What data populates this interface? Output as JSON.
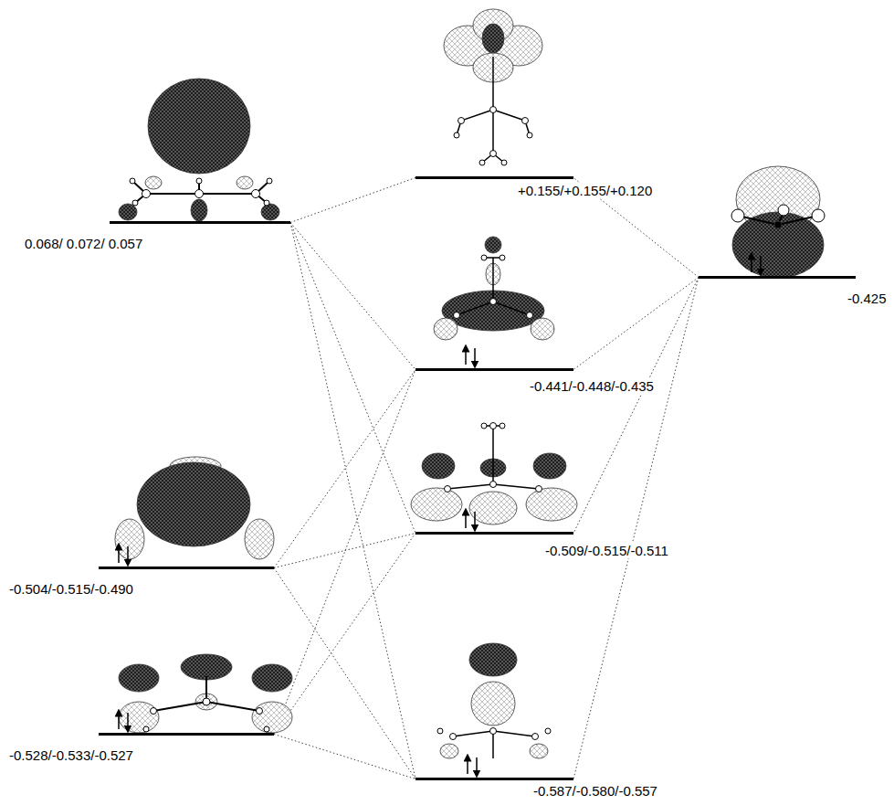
{
  "diagram": {
    "nodes": [
      {
        "text": [
          "0.068/ 0.072/ 0.057"
        ]
      },
      {
        "text": [
          "+0.155/+0.155/+0.120"
        ]
      },
      {
        "text": [
          "-0.425"
        ]
      },
      {
        "text": [
          "-0.441/-0.448/-0.435"
        ]
      },
      {
        "text": [
          "-0.504/-0.515/-0.490"
        ]
      },
      {
        "text": [
          "-0.509/-0.515/-0.511"
        ]
      },
      {
        "text": [
          "-0.528/-0.533/-0.527"
        ]
      },
      {
        "text": [
          "-0.587/-0.580/-0.557"
        ]
      }
    ],
    "edges": [
      {
        "from": 0,
        "to": 1,
        "arrow": "none"
      },
      {
        "from": 0,
        "to": 3,
        "arrow": "none"
      },
      {
        "from": 0,
        "to": 5,
        "arrow": "none"
      },
      {
        "from": 0,
        "to": 7,
        "arrow": "none"
      },
      {
        "from": 4,
        "to": 3,
        "arrow": "none"
      },
      {
        "from": 4,
        "to": 5,
        "arrow": "none"
      },
      {
        "from": 4,
        "to": 7,
        "arrow": "none"
      },
      {
        "from": 6,
        "to": 3,
        "arrow": "none"
      },
      {
        "from": 6,
        "to": 5,
        "arrow": "none"
      },
      {
        "from": 6,
        "to": 7,
        "arrow": "none"
      },
      {
        "from": 2,
        "to": 1,
        "arrow": "none"
      },
      {
        "from": 2,
        "to": 3,
        "arrow": "none"
      },
      {
        "from": 2,
        "to": 5,
        "arrow": "none"
      },
      {
        "from": 2,
        "to": 7,
        "arrow": "none"
      }
    ]
  }
}
